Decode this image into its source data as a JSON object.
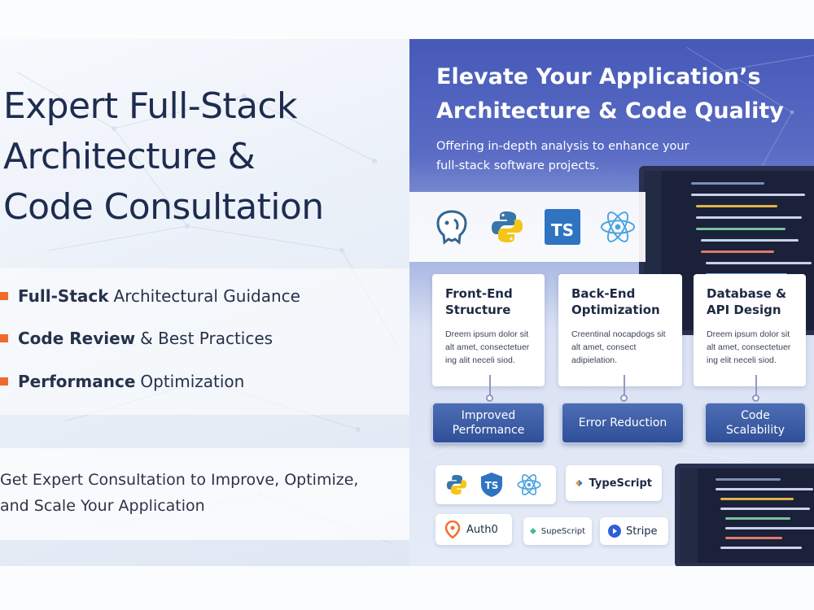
{
  "left": {
    "headline": [
      "Expert Full-Stack",
      "Architecture &",
      "Code Consultation"
    ],
    "features": [
      {
        "bold": "Full-Stack",
        "rest": "Architectural Guidance"
      },
      {
        "bold": "Code Review",
        "rest": "& Best Practices"
      },
      {
        "bold": "Performance",
        "rest": "Optimization"
      }
    ],
    "cta": [
      "Get Expert Consultation to Improve, Optimize,",
      "and Scale Your Application"
    ]
  },
  "right": {
    "title": [
      "Elevate Your Application’s",
      "Architecture & Code Quality"
    ],
    "subtitle": "Offering in-depth analysis to enhance your full-stack software projects.",
    "logo_strip": [
      "postgresql-icon",
      "python-icon",
      "typescript-icon",
      "react-icon"
    ],
    "ts_label": "TS",
    "cards": [
      {
        "title": "Front-End\nStructure",
        "body": "Dreem ipsum dolor sit\nalt amet, consectetuer\ning alit neceli siod."
      },
      {
        "title": "Back-End\nOptimization",
        "body": "Creentinal nocapdogs sit\nalt amet, consect\nadipielation."
      },
      {
        "title": "Database &\nAPI Design",
        "body": "Dreem ipsum dolor sit\nalt amet, consectetuer\ning elit neceli siod."
      }
    ],
    "outcomes": [
      "Improved\nPerformance",
      "Error Reduction",
      "Code\nScalability"
    ],
    "chips": {
      "typescript": "TypeScript",
      "auth0": "Auth0",
      "supescript": "SupeScript",
      "stripe": "Stripe"
    },
    "colors": {
      "accent_orange": "#f06a2c",
      "navy": "#1d2c4f",
      "panel_blue": "#4659b8"
    }
  }
}
